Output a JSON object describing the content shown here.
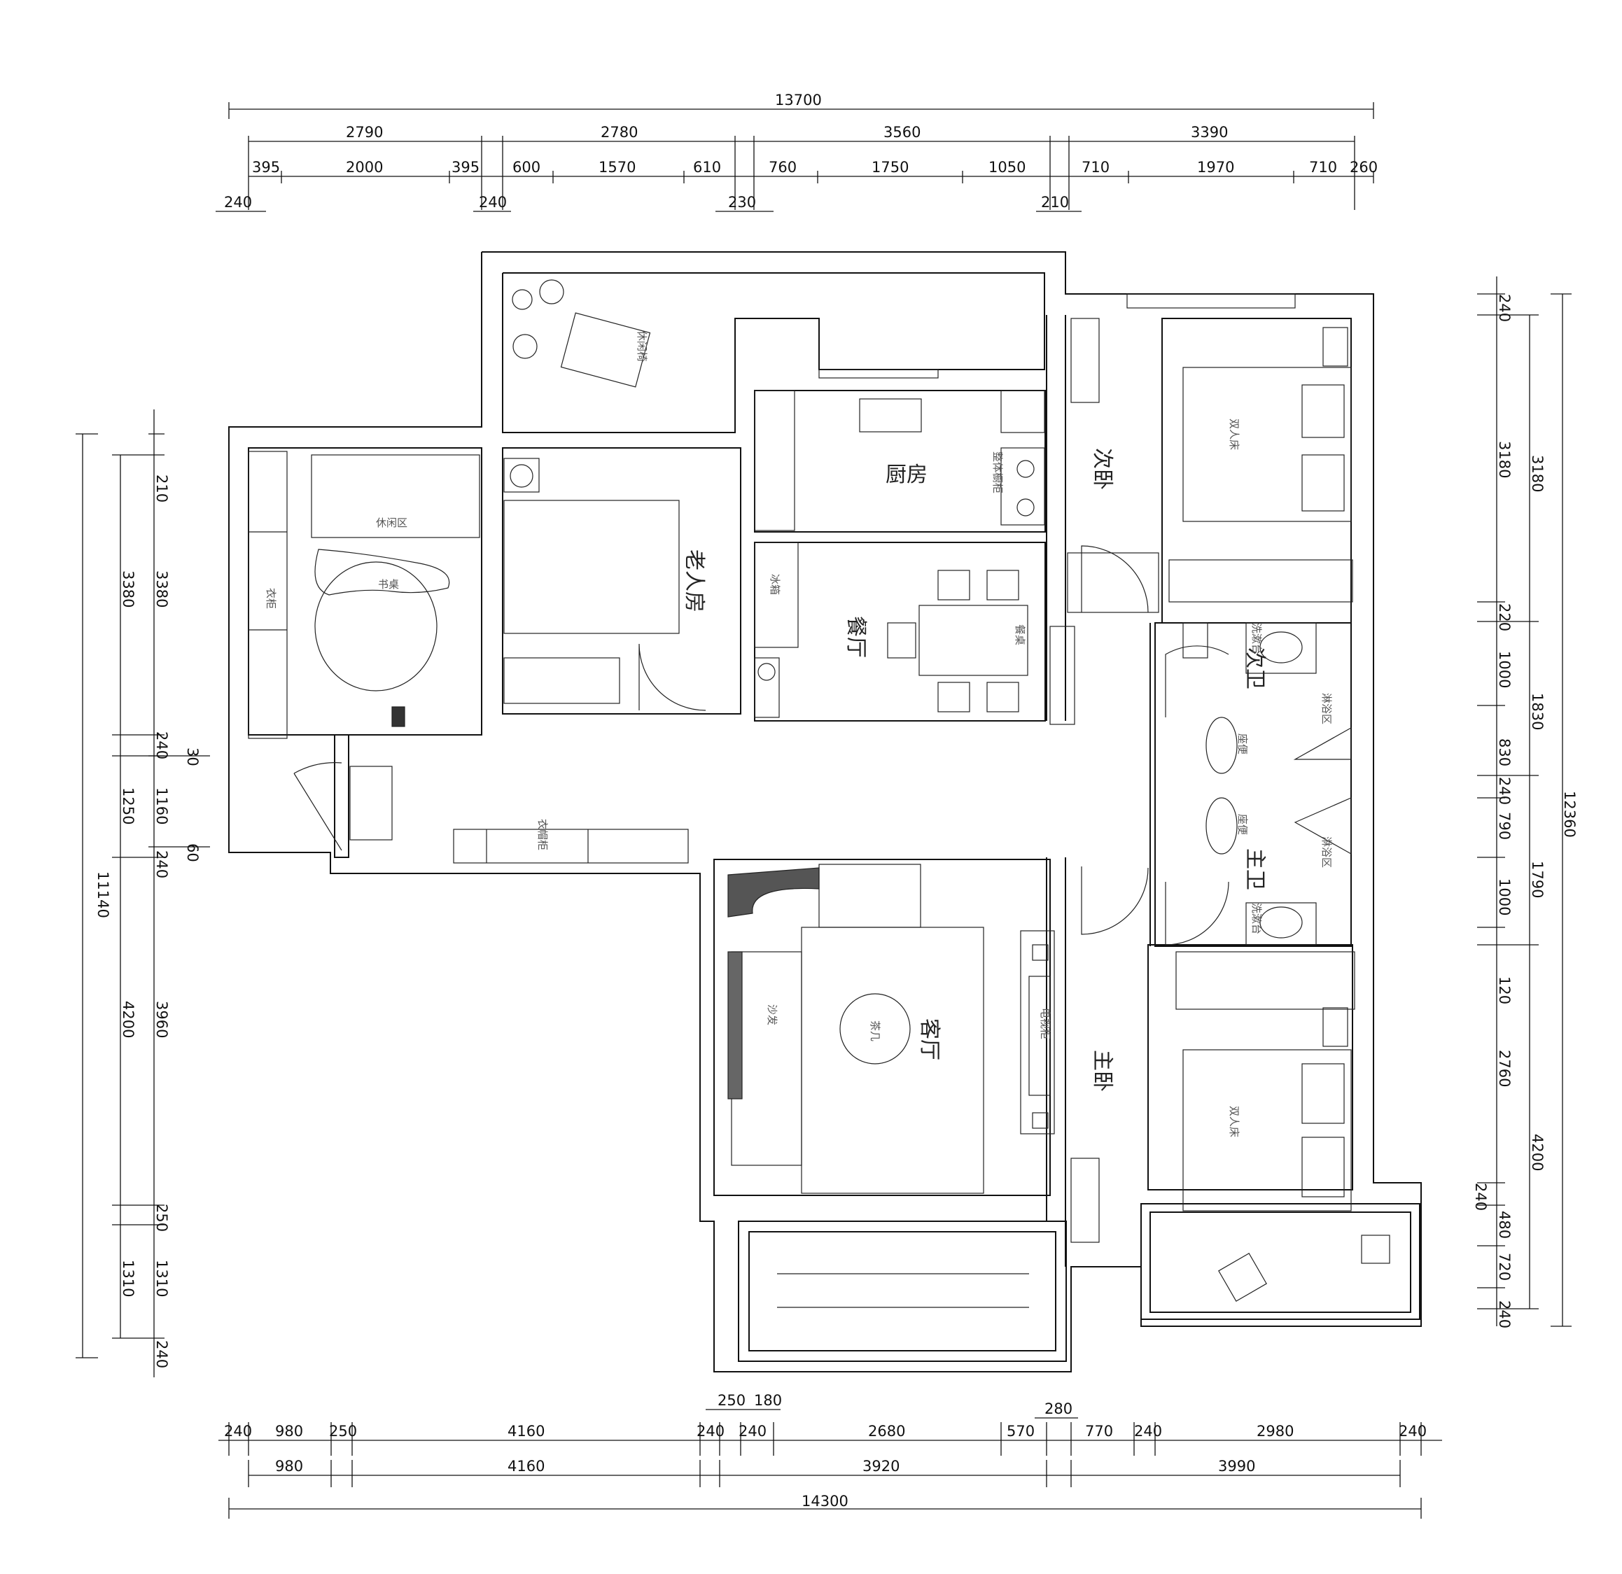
{
  "dimensions": {
    "top": {
      "overall": "13700",
      "row1": [
        "2790",
        "2780",
        "3560",
        "3390"
      ],
      "row2": [
        "395",
        "2000",
        "395",
        "600",
        "1570",
        "610",
        "760",
        "1750",
        "1050",
        "710",
        "1970",
        "710",
        "260"
      ],
      "walls": [
        "240",
        "240",
        "230",
        "210"
      ]
    },
    "bottom": {
      "overall": "14300",
      "row_upper_extra": [
        "250",
        "180",
        "280"
      ],
      "row1": [
        "240",
        "980",
        "250",
        "4160",
        "240",
        "240",
        "2680",
        "570",
        "770",
        "240",
        "2980",
        "240"
      ],
      "row2": [
        "980",
        "4160",
        "3920",
        "3990"
      ]
    },
    "left": {
      "overall": "11140",
      "outer": [
        "3380",
        "1250",
        "4200",
        "1310"
      ],
      "inner": [
        "210",
        "3380",
        "240",
        "30",
        "1160",
        "240",
        "60",
        "3960",
        "250",
        "1310",
        "240"
      ]
    },
    "right": {
      "overall": "12360",
      "outer": [
        "3180",
        "1830",
        "1790",
        "4200"
      ],
      "inner": [
        "240",
        "3180",
        "220",
        "1000",
        "830",
        "240",
        "790",
        "1000",
        "120",
        "2760",
        "240",
        "480",
        "720",
        "240"
      ]
    }
  },
  "rooms": {
    "elder_room": "老人房",
    "kitchen": "厨房",
    "dining": "餐厅",
    "second_bedroom": "次卧",
    "second_bath": "次卫",
    "master_bath": "主卫",
    "living": "客厅",
    "master_bedroom": "主卧"
  },
  "furniture": {
    "leisure_area": "休闲区",
    "leisure_chair": "休闲椅",
    "desk": "书桌",
    "wardrobe": "衣柜",
    "integrated_cabinet": "整体橱柜",
    "fridge": "冰箱",
    "dining_table": "餐桌",
    "double_bed_1": "双人床",
    "double_bed_2": "双人床",
    "washbasin_1": "洗漱台",
    "washbasin_2": "洗漱台",
    "shower_1": "淋浴区",
    "shower_2": "淋浴区",
    "toilet_1": "座便",
    "toilet_2": "座便",
    "sofa": "沙发",
    "tea_table": "茶几",
    "tv_cabinet": "电视柜",
    "shoe_cabinet": "衣帽柜"
  }
}
